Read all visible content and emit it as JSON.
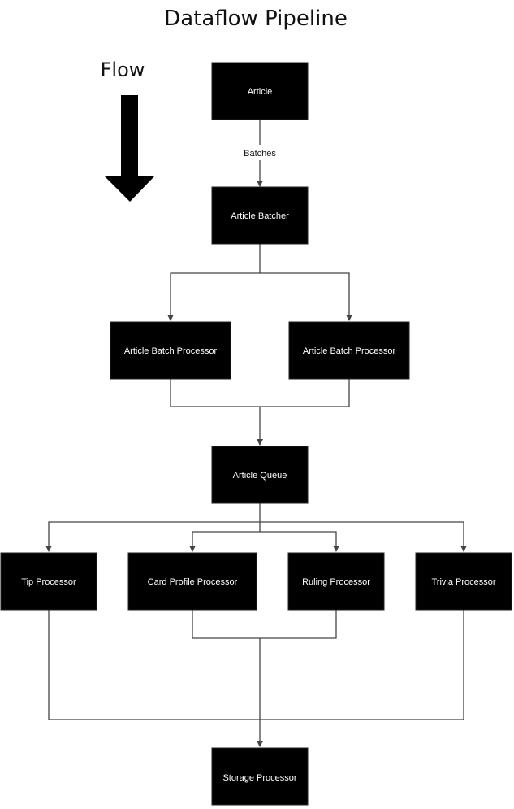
{
  "title": "Dataflow Pipeline",
  "flow_indicator": {
    "label": "Flow"
  },
  "nodes": {
    "article": "Article",
    "article_batcher": "Article Batcher",
    "batch_processor_left": "Article Batch Processor",
    "batch_processor_right": "Article Batch Processor",
    "article_queue": "Article Queue",
    "tip_processor": "Tip Processor",
    "card_profile_processor": "Card Profile Processor",
    "ruling_processor": "Ruling Processor",
    "trivia_processor": "Trivia Processor",
    "storage_processor": "Storage Processor"
  },
  "edge_labels": {
    "batches": "Batches"
  },
  "colors": {
    "node_fill": "#000000",
    "node_text": "#ffffff",
    "edge": "#444444",
    "background": "#ffffff"
  }
}
